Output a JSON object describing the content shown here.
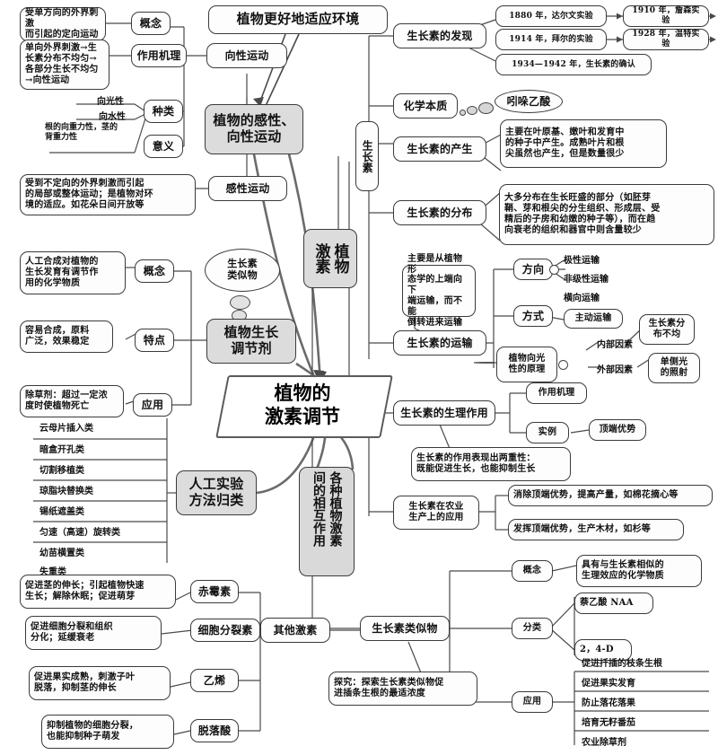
{
  "title": "植物的激素调节",
  "center": {
    "main_title_line1": "植物的",
    "main_title_line2": "激素调节"
  },
  "branch_tropism": {
    "goal": "植物更好地适应环境",
    "hub_line1": "植物的感性、",
    "hub_line2": "向性运动",
    "tropic_movement": "向性运动",
    "nastic_movement": "感性运动",
    "concept_label": "概念",
    "concept_text": "受单方向的外界刺激\n而引起的定向运动",
    "mechanism_label": "作用机理",
    "mechanism_text": "单向外界刺激→生\n长素分布不均匀→\n各部分生长不均匀\n→向性运动",
    "kinds_label": "种类",
    "kind_1": "向光性",
    "kind_2": "向水性",
    "kind_3": "根的向重力性，茎的\n背重力性",
    "meaning_label": "意义",
    "nastic_text": "受到不定向的外界刺激而引起\n的局部或整体运动；是植物对环\n境的适应。如花朵日间开放等"
  },
  "branch_regulator": {
    "hub_line1": "植物生长",
    "hub_line2": "调节剂",
    "balloon_line1": "生长素",
    "balloon_line2": "类似物",
    "concept_label": "概念",
    "concept_text": "人工合成对植物的\n生长发育有调节作\n用的化学物质",
    "feature_label": "特点",
    "feature_text": "容易合成，原料\n广泛，效果稳定",
    "application_label": "应用",
    "application_text": "除草剂：超过一定浓\n度时使植物死亡"
  },
  "branch_experiment": {
    "hub_line1": "人工实验",
    "hub_line2": "方法归类",
    "items": [
      "云母片插入类",
      "暗盒开孔类",
      "切割移植类",
      "琼脂块替换类",
      "锡纸遮盖类",
      "匀速（高速）旋转类",
      "幼苗横置类",
      "失重类"
    ]
  },
  "branch_interaction": {
    "col_right": "间的相互作用",
    "col_left": "各种植物激素"
  },
  "branch_hormone": {
    "hub_line1": "植物",
    "hub_line2": "激素",
    "auxin_label": "生长素",
    "other_hormones": "其他激素",
    "discovery": {
      "label": "生长素的发现",
      "events": [
        "1880 年，达尔文实验",
        "1910 年，詹森实验",
        "1914 年，拜尔的实验",
        "1928 年，温特实验",
        "1934—1942 年，生长素的确认"
      ]
    },
    "chemistry": {
      "label": "化学本质",
      "value": "吲哚乙酸"
    },
    "production": {
      "label": "生长素的产生",
      "text": "主要在叶原基、嫩叶和发育中\n的种子中产生。成熟叶片和根\n尖虽然也产生，但是数量很少"
    },
    "distribution": {
      "label": "生长素的分布",
      "text": "大多分布在生长旺盛的部分（如胚芽\n鞘、芽和根尖的分生组织、形成层、受\n精后的子房和幼嫩的种子等），而在趋\n向衰老的组织和器官中则含量较少"
    },
    "transport": {
      "label": "生长素的运输",
      "note": "主要是从植物形\n态学的上端向下\n端运输，而不能\n倒转进来运输",
      "direction_label": "方向",
      "directions": [
        "极性运输",
        "非级性运输",
        "横向运输"
      ],
      "mode_label": "方式",
      "mode_value": "主动运输",
      "phototropism_label": "植物向光\n性的原理",
      "internal_factor": "内部因素",
      "internal_detail": "生长素分\n布不均",
      "external_factor": "外部因素",
      "external_detail": "单侧光\n的照射"
    },
    "physiology": {
      "label": "生长素的生理作用",
      "mechanism": "作用机理",
      "example_label": "实例",
      "example_value": "顶端优势",
      "note": "生长素的作用表现出两重性：\n既能促进生长，也能抑制生长"
    },
    "agriculture": {
      "label": "生长素在农业\n生产上的应用",
      "items": [
        "消除顶端优势，提高产量，如棉花摘心等",
        "发挥顶端优势，生产木材，如杉等"
      ]
    },
    "analog": {
      "label": "生长素类似物",
      "concept_label": "概念",
      "concept_text": "具有与生长素相似的\n生理效应的化学物质",
      "class_label": "分类",
      "classes": [
        "萘乙酸 NAA",
        "2，4-D"
      ],
      "app_label": "应用",
      "apps": [
        "促进扦插的枝条生根",
        "促进果实发育",
        "防止落花落果",
        "培育无籽番茄",
        "农业除草剂"
      ],
      "inquiry": "探究：探索生长素类似物促\n进插条生根的最适浓度"
    },
    "others": [
      {
        "name": "赤霉素",
        "text": "促进茎的伸长；引起植物快速\n生长；解除休眠；促进萌芽"
      },
      {
        "name": "细胞分裂素",
        "text": "促进细胞分裂和组织\n分化；延缓衰老"
      },
      {
        "name": "乙烯",
        "text": "促进果实成熟，刺激子叶\n脱落，抑制茎的伸长"
      },
      {
        "name": "脱落酸",
        "text": "抑制植物的细胞分裂，\n也能抑制种子萌发"
      }
    ]
  },
  "colors": {
    "line": "#444444",
    "thick_line": "#6b6b6b",
    "node_fill": "#fdfdfd",
    "hub_fill": "#dcdcdc",
    "text": "#111111"
  }
}
